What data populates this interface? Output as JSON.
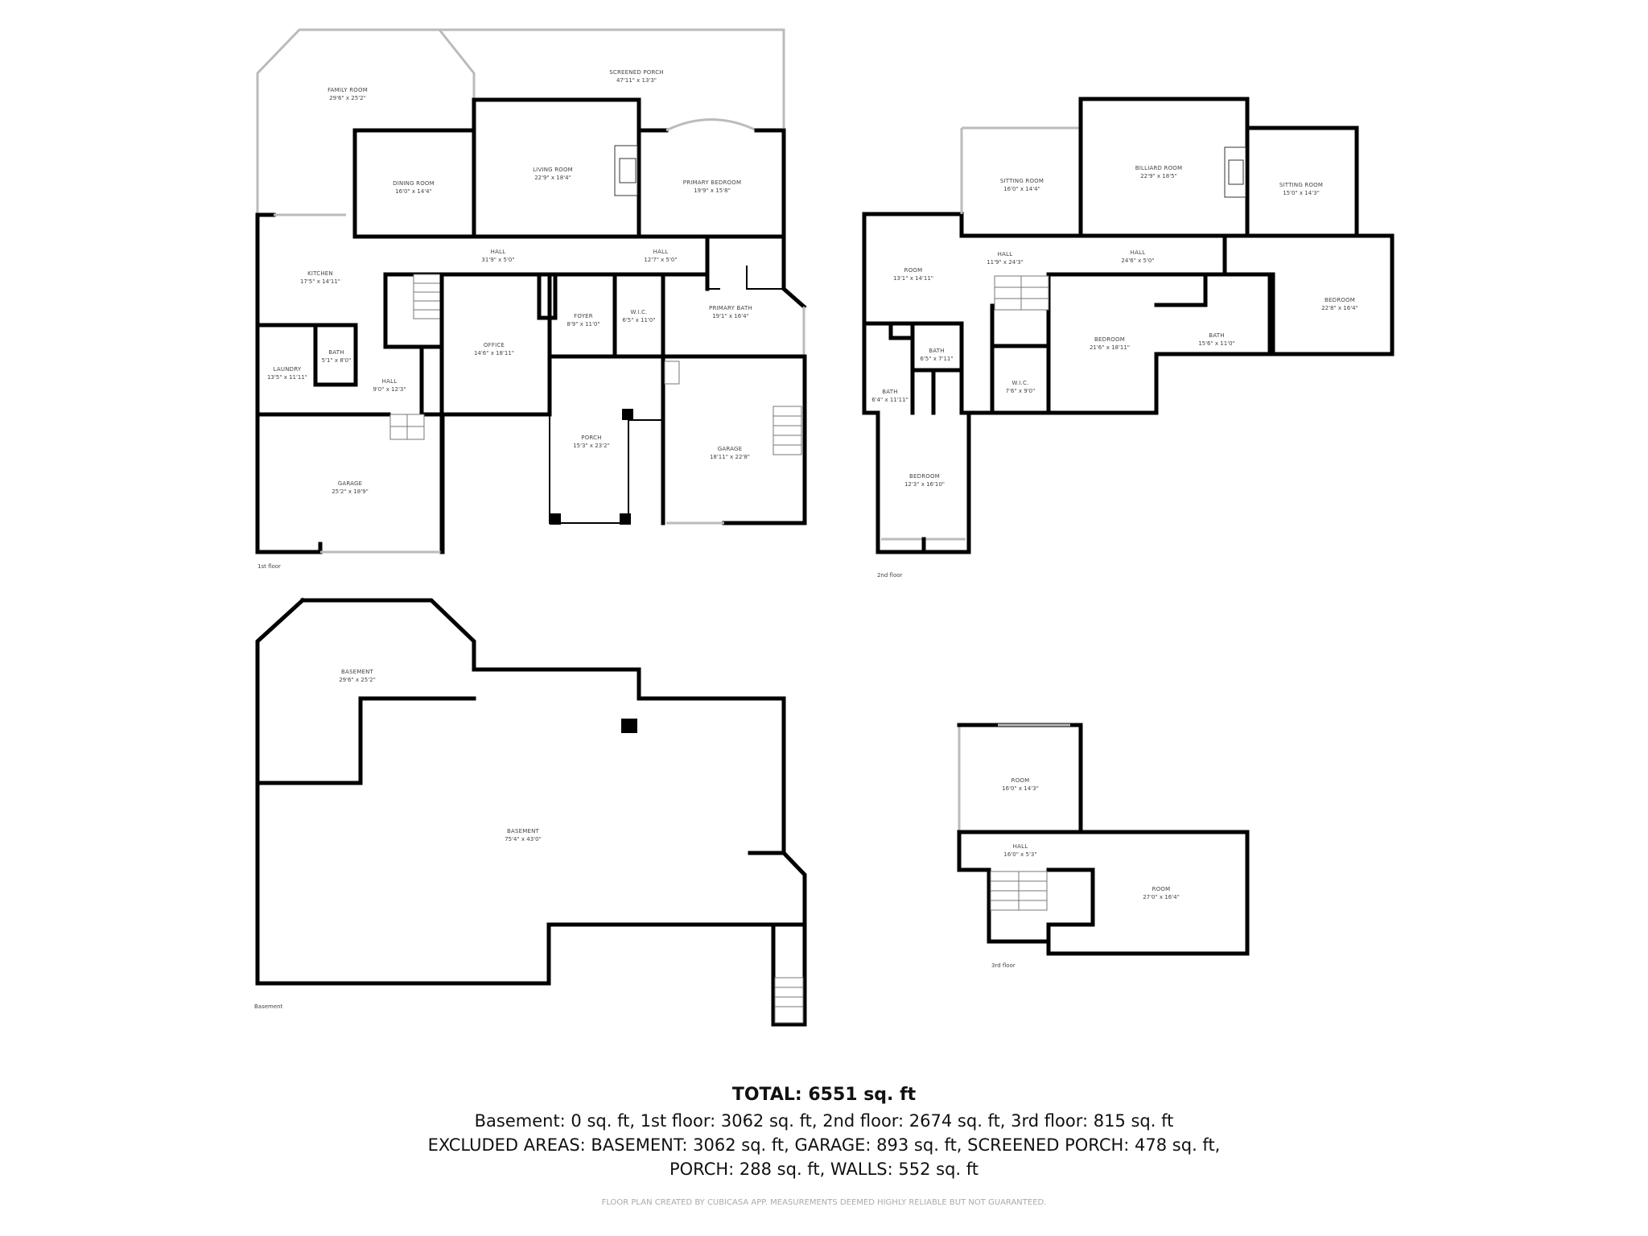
{
  "floors": [
    {
      "label": "1st floor",
      "rooms": [
        {
          "name": "FAMILY ROOM",
          "dims": "29'6\" x 25'2\""
        },
        {
          "name": "SCREENED PORCH",
          "dims": "47'11\" x 13'3\""
        },
        {
          "name": "DINING ROOM",
          "dims": "16'0\" x 14'4\""
        },
        {
          "name": "LIVING ROOM",
          "dims": "22'9\" x 18'4\""
        },
        {
          "name": "PRIMARY BEDROOM",
          "dims": "19'9\" x 15'8\""
        },
        {
          "name": "KITCHEN",
          "dims": "17'5\" x 14'11\""
        },
        {
          "name": "HALL",
          "dims": "31'9\" x 5'0\""
        },
        {
          "name": "HALL",
          "dims": "12'7\" x 5'0\""
        },
        {
          "name": "BATH",
          "dims": "5'1\" x 8'0\""
        },
        {
          "name": "LAUNDRY",
          "dims": "13'5\" x 11'11\""
        },
        {
          "name": "HALL",
          "dims": "9'0\" x 12'3\""
        },
        {
          "name": "OFFICE",
          "dims": "14'6\" x 18'11\""
        },
        {
          "name": "FOYER",
          "dims": "8'9\" x 11'0\""
        },
        {
          "name": "W.I.C.",
          "dims": "6'5\" x 11'0\""
        },
        {
          "name": "PRIMARY BATH",
          "dims": "19'1\" x 16'4\""
        },
        {
          "name": "GARAGE",
          "dims": "25'2\" x 18'9\""
        },
        {
          "name": "PORCH",
          "dims": "15'3\" x 23'2\""
        },
        {
          "name": "GARAGE",
          "dims": "18'11\" x 22'8\""
        }
      ]
    },
    {
      "label": "2nd floor",
      "rooms": [
        {
          "name": "SITTING ROOM",
          "dims": "16'0\" x 14'4\""
        },
        {
          "name": "BILLIARD ROOM",
          "dims": "22'9\" x 18'5\""
        },
        {
          "name": "SITTING ROOM",
          "dims": "15'0\" x 14'3\""
        },
        {
          "name": "ROOM",
          "dims": "13'1\" x 14'11\""
        },
        {
          "name": "HALL",
          "dims": "11'9\" x 24'3\""
        },
        {
          "name": "HALL",
          "dims": "24'6\" x 5'0\""
        },
        {
          "name": "BEDROOM",
          "dims": "22'8\" x 16'4\""
        },
        {
          "name": "BATH",
          "dims": "6'4\" x 11'11\""
        },
        {
          "name": "BATH",
          "dims": "6'5\" x 7'11\""
        },
        {
          "name": "W.I.C.",
          "dims": "7'6\" x 9'0\""
        },
        {
          "name": "BEDROOM",
          "dims": "21'6\" x 18'11\""
        },
        {
          "name": "BATH",
          "dims": "15'6\" x 11'0\""
        },
        {
          "name": "BEDROOM",
          "dims": "12'3\" x 16'10\""
        }
      ]
    },
    {
      "label": "Basement",
      "rooms": [
        {
          "name": "BASEMENT",
          "dims": "29'6\" x 25'2\""
        },
        {
          "name": "BASEMENT",
          "dims": "75'4\" x 43'0\""
        }
      ]
    },
    {
      "label": "3rd floor",
      "rooms": [
        {
          "name": "ROOM",
          "dims": "16'0\" x 14'3\""
        },
        {
          "name": "HALL",
          "dims": "16'0\" x 5'3\""
        },
        {
          "name": "ROOM",
          "dims": "27'0\" x 16'4\""
        }
      ]
    }
  ],
  "summary": {
    "total": "TOTAL: 6551 sq. ft",
    "line1": "Basement: 0 sq. ft, 1st floor: 3062 sq. ft, 2nd floor: 2674 sq. ft, 3rd floor: 815 sq. ft",
    "line2": "EXCLUDED AREAS: BASEMENT: 3062 sq. ft, GARAGE: 893 sq. ft, SCREENED PORCH: 478 sq. ft,",
    "line3": "PORCH: 288 sq. ft, WALLS: 552 sq. ft",
    "disclaimer": "FLOOR PLAN CREATED BY CUBICASA APP. MEASUREMENTS DEEMED HIGHLY RELIABLE BUT NOT GUARANTEED."
  }
}
